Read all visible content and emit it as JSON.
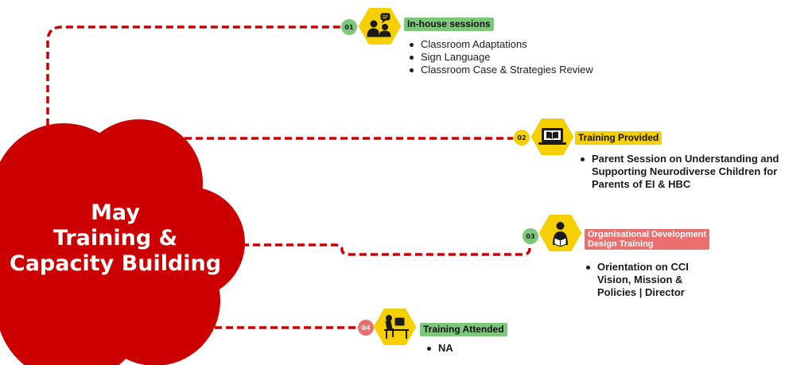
{
  "center": {
    "lines": [
      "May",
      "Training &",
      "Capacity Building"
    ],
    "color": "#cc0000"
  },
  "colors": {
    "connector": "#cc0000",
    "hexagon": "#f5cf00",
    "green": "#7dc77b",
    "yellow": "#f5cf00",
    "pink": "#ea6f6f"
  },
  "sections": [
    {
      "number": "01",
      "icon": "people-discussion-icon",
      "title": "In-house sessions",
      "items": [
        "Classroom Adaptations",
        "Sign Language",
        "Classroom Case & Strategies Review"
      ]
    },
    {
      "number": "02",
      "icon": "laptop-book-icon",
      "title": "Training Provided",
      "items": [
        "Parent Session on Understanding and",
        "Supporting Neurodiverse Children for",
        "Parents of EI & HBC"
      ]
    },
    {
      "number": "03",
      "icon": "person-reading-icon",
      "title_lines": [
        "Organisational Development",
        "Design Training"
      ],
      "items": [
        "Orientation on CCI",
        "Vision, Mission &",
        "Policies | Director"
      ]
    },
    {
      "number": "04",
      "icon": "person-at-desk-icon",
      "title": "Training Attended",
      "items": [
        "NA"
      ]
    }
  ]
}
